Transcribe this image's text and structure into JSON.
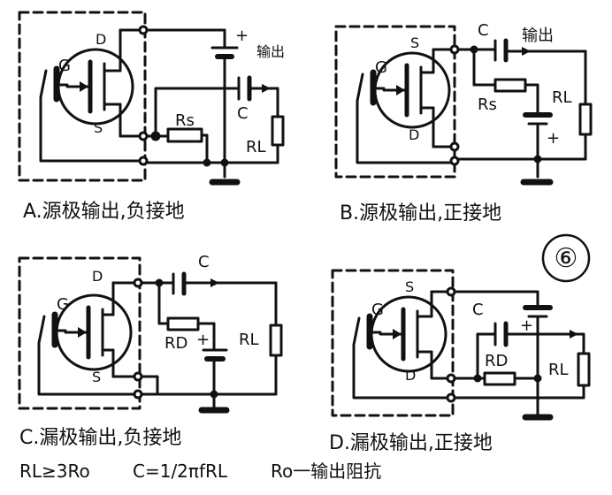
{
  "figure_number": "⑥",
  "panels": [
    {
      "id": "A",
      "caption": "A.源极输出,负接地",
      "terminals": {
        "d": "D",
        "s": "S",
        "g": "G"
      },
      "labels": {
        "rs": "Rs",
        "c": "C",
        "rl": "RL",
        "out": "输出",
        "plus": "+"
      }
    },
    {
      "id": "B",
      "caption": "B.源极输出,正接地",
      "terminals": {
        "d": "D",
        "s": "S",
        "g": "G"
      },
      "labels": {
        "rs": "Rs",
        "c": "C",
        "rl": "RL",
        "out": "输出",
        "plus": "+"
      }
    },
    {
      "id": "C",
      "caption": "C.漏极输出,负接地",
      "terminals": {
        "d": "D",
        "s": "S",
        "g": "G"
      },
      "labels": {
        "rd": "RD",
        "c": "C",
        "rl": "RL",
        "plus": "+"
      }
    },
    {
      "id": "D",
      "caption": "D.漏极输出,正接地",
      "terminals": {
        "d": "D",
        "s": "S",
        "g": "G"
      },
      "labels": {
        "rd": "RD",
        "c": "C",
        "rl": "RL",
        "plus": "+"
      }
    }
  ],
  "formulas": {
    "rl_condition": "RL≥3Ro",
    "c_formula": "C=1/2πfRL",
    "ro_note": "Ro一输出阻抗"
  }
}
